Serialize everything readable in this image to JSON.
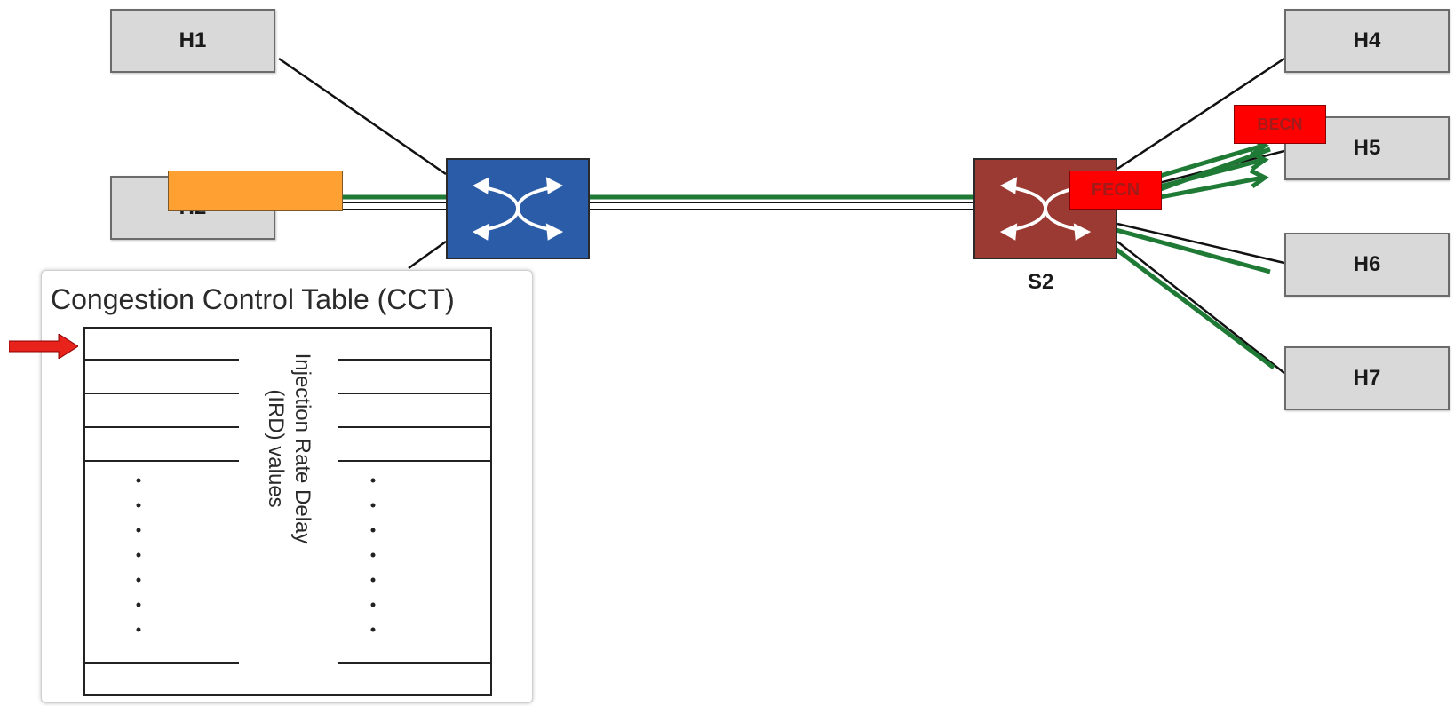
{
  "hosts": {
    "h1": "H1",
    "h2": "H2",
    "h4": "H4",
    "h5": "H5",
    "h6": "H6",
    "h7": "H7"
  },
  "switches": {
    "s1": {
      "color": "#2a5ca8"
    },
    "s2": {
      "label": "S2",
      "color": "#9b3a33"
    }
  },
  "notifications": {
    "fecn": "FECN",
    "becn": "BECN"
  },
  "packet": {
    "color": "#ffa033"
  },
  "flow_color": "#1e7a34",
  "cct": {
    "title": "Congestion Control Table (CCT)",
    "content_line1": "Injection Rate Delay",
    "content_line2": "(IRD) values",
    "pointer_color": "#e8231c"
  }
}
